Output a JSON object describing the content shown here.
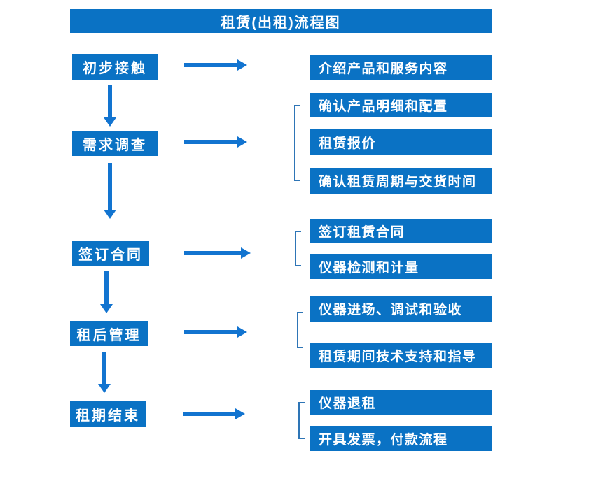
{
  "title": "租赁(出租)流程图",
  "colors": {
    "box_fill": "#0a72c4",
    "arrow": "#1274d0",
    "bracket": "#2e75b6",
    "text": "#ffffff",
    "background": "#ffffff"
  },
  "steps": [
    {
      "label": "初步接触"
    },
    {
      "label": "需求调查"
    },
    {
      "label": "签订合同"
    },
    {
      "label": "租后管理"
    },
    {
      "label": "租期结束"
    }
  ],
  "details": [
    {
      "label": "介绍产品和服务内容"
    },
    {
      "label": "确认产品明细和配置"
    },
    {
      "label": "租赁报价"
    },
    {
      "label": "确认租赁周期与交货时间"
    },
    {
      "label": "签订租赁合同"
    },
    {
      "label": "仪器检测和计量"
    },
    {
      "label": "仪器进场、调试和验收"
    },
    {
      "label": "租赁期间技术支持和指导"
    },
    {
      "label": "仪器退租"
    },
    {
      "label": "开具发票，付款流程"
    }
  ],
  "connections": [
    {
      "from": "初步接触",
      "to": [
        "介绍产品和服务内容"
      ]
    },
    {
      "from": "需求调查",
      "to": [
        "确认产品明细和配置",
        "租赁报价",
        "确认租赁周期与交货时间"
      ]
    },
    {
      "from": "签订合同",
      "to": [
        "签订租赁合同",
        "仪器检测和计量"
      ]
    },
    {
      "from": "租后管理",
      "to": [
        "仪器进场、调试和验收",
        "租赁期间技术支持和指导"
      ]
    },
    {
      "from": "租期结束",
      "to": [
        "仪器退租",
        "开具发票，付款流程"
      ]
    }
  ]
}
